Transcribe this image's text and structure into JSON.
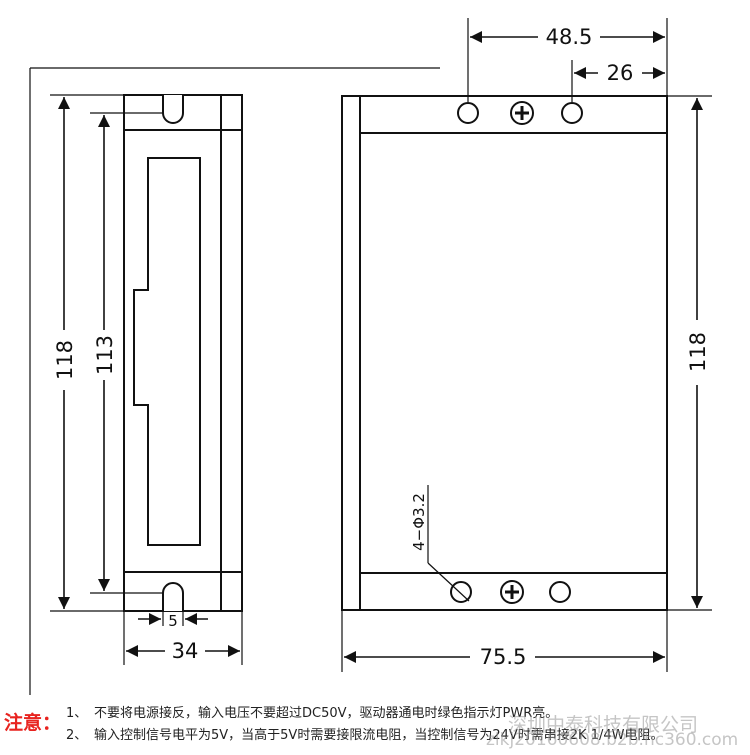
{
  "dimensions": {
    "side_height_outer": "118",
    "side_height_inner": "113",
    "side_slot_width": "5",
    "side_width": "34",
    "front_width": "75.5",
    "front_hole_span": "48.5",
    "front_hole_offset": "26",
    "front_height": "118",
    "hole_spec": "4−Φ3.2"
  },
  "notes": {
    "heading": "注意：",
    "items": [
      {
        "num": "1、",
        "text": "不要将电源接反，输入电压不要超过DC50V，驱动器通电时绿色指示灯PWR亮。"
      },
      {
        "num": "2、",
        "text": "输入控制信号电平为5V，当高于5V时需要接限流电阻，当控制信号为24V时需串接2K 1/4W电阻。"
      }
    ]
  },
  "watermark": {
    "company": "深圳中泰科技有限公司",
    "url": "zlkj20160608.b2b.hc360.com"
  },
  "colors": {
    "line": "#111111",
    "notes_heading": "#e8231f"
  }
}
